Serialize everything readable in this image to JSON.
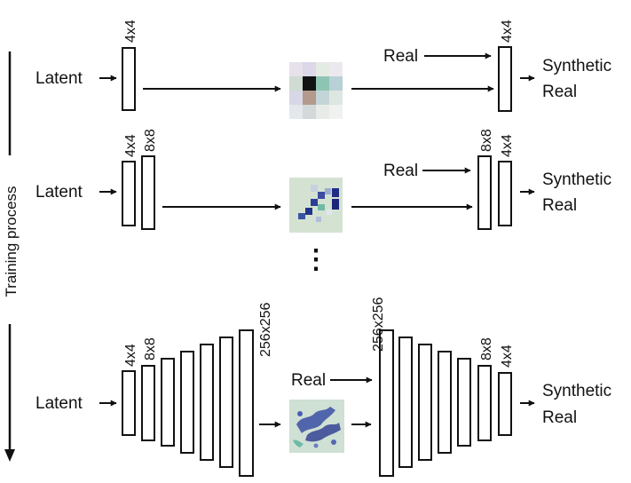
{
  "side_label": "Training process",
  "ellipsis": "⋮",
  "stages": [
    {
      "latent_label": "Latent",
      "real_label": "Real",
      "synthetic_label": "Synthetic",
      "real_out_label": "Real",
      "gen_res": [
        "4x4"
      ],
      "disc_res": [
        "4x4"
      ]
    },
    {
      "latent_label": "Latent",
      "real_label": "Real",
      "synthetic_label": "Synthetic",
      "real_out_label": "Real",
      "gen_res": [
        "4x4",
        "8x8"
      ],
      "disc_res": [
        "8x8",
        "4x4"
      ]
    },
    {
      "latent_label": "Latent",
      "real_label": "Real",
      "synthetic_label": "Synthetic",
      "real_out_label": "Real",
      "gen_res": [
        "4x4",
        "8x8",
        "256x256"
      ],
      "disc_res": [
        "256x256",
        "8x8",
        "4x4"
      ]
    }
  ],
  "colors": {
    "image_bg": "#d4e2d2",
    "image_dark": "#121212",
    "image_blue": "#2d3f92",
    "image_teal": "#6fb9a6"
  }
}
